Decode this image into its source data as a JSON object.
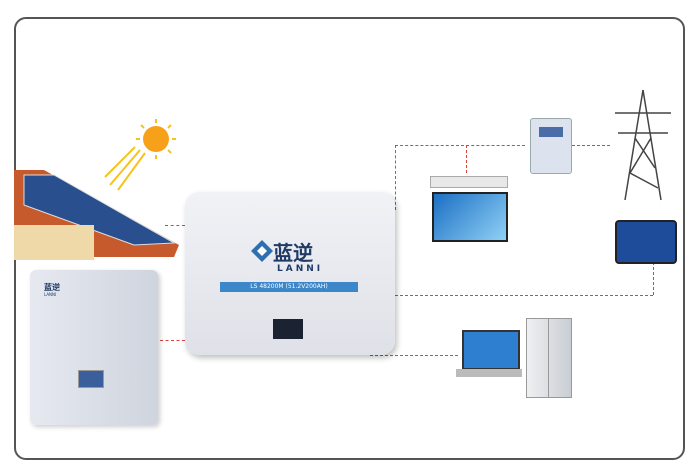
{
  "inverter": {
    "brand_cn": "蓝逆",
    "brand_en": "LANNI",
    "model": "LS 48200M (51.2V200AH)"
  },
  "battery": {
    "brand_cn": "蓝逆",
    "brand_en": "LANNI"
  },
  "colors": {
    "line": "#d9443c",
    "brand": "#1f3b66",
    "label": "#3b87c9"
  }
}
